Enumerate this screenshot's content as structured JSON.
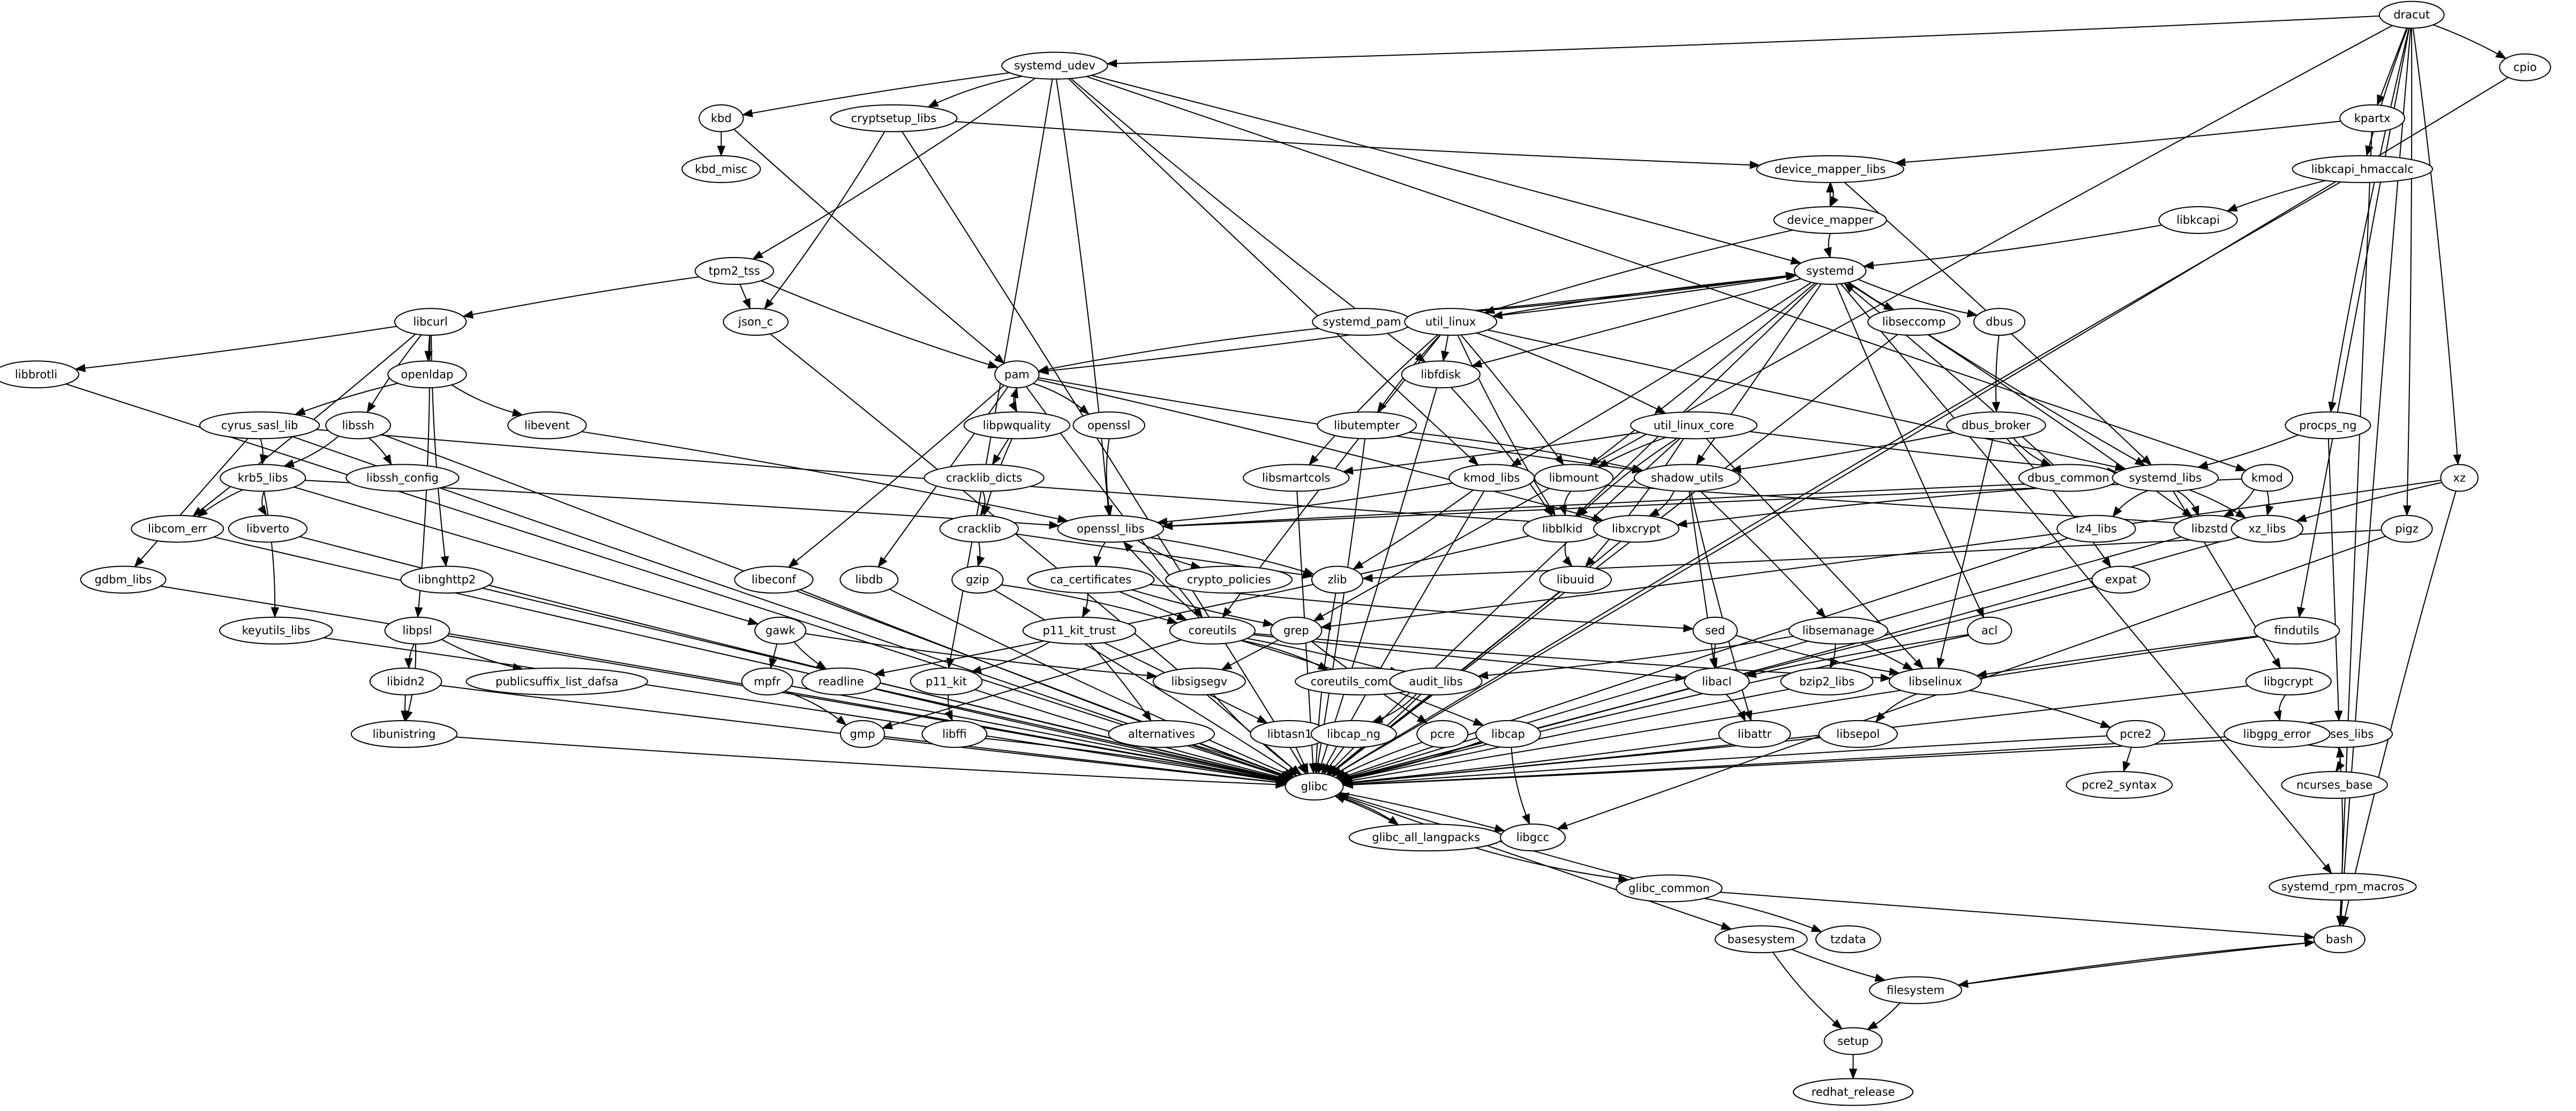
{
  "diagram": {
    "type": "directed-dependency-graph",
    "nodes": [
      "dracut",
      "cpio",
      "kpartx",
      "libkcapi_hmaccalc",
      "libkcapi",
      "procps_ng",
      "xz",
      "pigz",
      "findutils",
      "ncurses_libs",
      "ncurses_base",
      "systemd_rpm_macros",
      "bash",
      "filesystem",
      "setup",
      "redhat_release",
      "basesystem",
      "tzdata",
      "glibc_common",
      "glibc_all_langpacks",
      "libgcc",
      "glibc",
      "systemd_udev",
      "kbd",
      "kbd_misc",
      "cryptsetup_libs",
      "tpm2_tss",
      "json_c",
      "libcurl",
      "libbrotli",
      "openldap",
      "libevent",
      "cyrus_sasl_lib",
      "libssh",
      "libssh_config",
      "krb5_libs",
      "libcom_err",
      "libverto",
      "gdbm_libs",
      "keyutils_libs",
      "libnghttp2",
      "libpsl",
      "libidn2",
      "publicsuffix_list_dafsa",
      "libunistring",
      "device_mapper_libs",
      "device_mapper",
      "systemd",
      "systemd_pam",
      "util_linux",
      "libfdisk",
      "libseccomp",
      "dbus",
      "dbus_broker",
      "dbus_common",
      "pam",
      "libpwquality",
      "openssl",
      "cracklib_dicts",
      "cracklib",
      "openssl_libs",
      "crypto_policies",
      "ca_certificates",
      "p11_kit_trust",
      "p11_kit",
      "libffi",
      "alternatives",
      "libtasn1",
      "libeconf",
      "libdb",
      "gzip",
      "gawk",
      "mpfr",
      "gmp",
      "readline",
      "libsigsegv",
      "coreutils",
      "coreutils_common",
      "grep",
      "zlib",
      "libutempter",
      "libsmartcols",
      "util_linux_core",
      "kmod_libs",
      "libmount",
      "shadow_utils",
      "libblkid",
      "libxcrypt",
      "libuuid",
      "sed",
      "libsemanage",
      "acl",
      "audit_libs",
      "libcap_ng",
      "pcre",
      "libcap",
      "libacl",
      "bzip2_libs",
      "libselinux",
      "libattr",
      "libsepol",
      "expat",
      "libgcrypt",
      "libgpg_error",
      "pcre2",
      "pcre2_syntax",
      "systemd_libs",
      "kmod",
      "lz4_libs",
      "libzstd",
      "xz_libs"
    ],
    "edges": [
      [
        "dracut",
        "systemd_udev"
      ],
      [
        "dracut",
        "cpio"
      ],
      [
        "dracut",
        "kpartx"
      ],
      [
        "dracut",
        "libkcapi_hmaccalc"
      ],
      [
        "dracut",
        "procps_ng"
      ],
      [
        "dracut",
        "xz"
      ],
      [
        "dracut",
        "pigz"
      ],
      [
        "dracut",
        "findutils"
      ],
      [
        "dracut",
        "bash"
      ],
      [
        "dracut",
        "grep"
      ],
      [
        "cpio",
        "glibc"
      ],
      [
        "kpartx",
        "device_mapper_libs"
      ],
      [
        "kpartx",
        "bash"
      ],
      [
        "libkcapi_hmaccalc",
        "libkcapi"
      ],
      [
        "libkcapi_hmaccalc",
        "glibc"
      ],
      [
        "libkcapi",
        "systemd"
      ],
      [
        "procps_ng",
        "systemd_libs"
      ],
      [
        "procps_ng",
        "ncurses_libs"
      ],
      [
        "xz",
        "xz_libs"
      ],
      [
        "xz",
        "bash"
      ],
      [
        "xz",
        "grep"
      ],
      [
        "pigz",
        "zlib"
      ],
      [
        "pigz",
        "libgcc"
      ],
      [
        "findutils",
        "libselinux"
      ],
      [
        "findutils",
        "glibc"
      ],
      [
        "ncurses_libs",
        "ncurses_base"
      ],
      [
        "ncurses_libs",
        "glibc"
      ],
      [
        "systemd_rpm_macros",
        "bash"
      ],
      [
        "bash",
        "filesystem"
      ],
      [
        "bash",
        "ncurses_libs"
      ],
      [
        "filesystem",
        "bash"
      ],
      [
        "filesystem",
        "setup"
      ],
      [
        "setup",
        "redhat_release"
      ],
      [
        "basesystem",
        "filesystem"
      ],
      [
        "basesystem",
        "setup"
      ],
      [
        "glibc_common",
        "tzdata"
      ],
      [
        "glibc_common",
        "glibc"
      ],
      [
        "glibc_common",
        "bash"
      ],
      [
        "glibc_all_langpacks",
        "glibc"
      ],
      [
        "glibc_all_langpacks",
        "glibc_common"
      ],
      [
        "glibc",
        "glibc_all_langpacks"
      ],
      [
        "glibc",
        "libgcc"
      ],
      [
        "glibc",
        "basesystem"
      ],
      [
        "systemd_udev",
        "kbd"
      ],
      [
        "systemd_udev",
        "cryptsetup_libs"
      ],
      [
        "systemd_udev",
        "tpm2_tss"
      ],
      [
        "systemd_udev",
        "systemd"
      ],
      [
        "systemd_udev",
        "kmod"
      ],
      [
        "systemd_udev",
        "kmod_libs"
      ],
      [
        "systemd_udev",
        "libfdisk"
      ],
      [
        "systemd_udev",
        "openssl_libs"
      ],
      [
        "systemd_udev",
        "p11_kit"
      ],
      [
        "kbd",
        "kbd_misc"
      ],
      [
        "kbd",
        "pam"
      ],
      [
        "cryptsetup_libs",
        "device_mapper_libs"
      ],
      [
        "cryptsetup_libs",
        "json_c"
      ],
      [
        "cryptsetup_libs",
        "glibc"
      ],
      [
        "tpm2_tss",
        "json_c"
      ],
      [
        "tpm2_tss",
        "libcurl"
      ],
      [
        "tpm2_tss",
        "pam"
      ],
      [
        "json_c",
        "glibc"
      ],
      [
        "libcurl",
        "libbrotli"
      ],
      [
        "libcurl",
        "openldap"
      ],
      [
        "libcurl",
        "libssh"
      ],
      [
        "libcurl",
        "libnghttp2"
      ],
      [
        "libcurl",
        "libpsl"
      ],
      [
        "libcurl",
        "libcom_err"
      ],
      [
        "libbrotli",
        "glibc"
      ],
      [
        "openldap",
        "cyrus_sasl_lib"
      ],
      [
        "openldap",
        "libevent"
      ],
      [
        "libevent",
        "openssl_libs"
      ],
      [
        "cyrus_sasl_lib",
        "krb5_libs"
      ],
      [
        "cyrus_sasl_lib",
        "gdbm_libs"
      ],
      [
        "cyrus_sasl_lib",
        "glibc"
      ],
      [
        "cyrus_sasl_lib",
        "libxcrypt"
      ],
      [
        "libssh",
        "krb5_libs"
      ],
      [
        "libssh",
        "libssh_config"
      ],
      [
        "libssh",
        "glibc"
      ],
      [
        "krb5_libs",
        "libcom_err"
      ],
      [
        "krb5_libs",
        "libverto"
      ],
      [
        "krb5_libs",
        "keyutils_libs"
      ],
      [
        "krb5_libs",
        "openssl_libs"
      ],
      [
        "krb5_libs",
        "gawk"
      ],
      [
        "libcom_err",
        "glibc"
      ],
      [
        "libverto",
        "glibc"
      ],
      [
        "gdbm_libs",
        "glibc"
      ],
      [
        "keyutils_libs",
        "glibc"
      ],
      [
        "libnghttp2",
        "glibc"
      ],
      [
        "libpsl",
        "libidn2"
      ],
      [
        "libpsl",
        "publicsuffix_list_dafsa"
      ],
      [
        "libpsl",
        "libunistring"
      ],
      [
        "libpsl",
        "glibc"
      ],
      [
        "libidn2",
        "libunistring"
      ],
      [
        "libidn2",
        "glibc"
      ],
      [
        "libunistring",
        "glibc"
      ],
      [
        "device_mapper_libs",
        "device_mapper"
      ],
      [
        "device_mapper_libs",
        "systemd_libs"
      ],
      [
        "device_mapper",
        "device_mapper_libs"
      ],
      [
        "device_mapper",
        "systemd"
      ],
      [
        "device_mapper",
        "util_linux"
      ],
      [
        "systemd",
        "systemd_pam"
      ],
      [
        "systemd",
        "util_linux"
      ],
      [
        "systemd",
        "libfdisk"
      ],
      [
        "systemd",
        "libseccomp"
      ],
      [
        "systemd",
        "dbus"
      ],
      [
        "systemd",
        "kmod_libs"
      ],
      [
        "systemd",
        "libmount"
      ],
      [
        "systemd",
        "shadow_utils"
      ],
      [
        "systemd",
        "acl"
      ],
      [
        "systemd",
        "systemd_libs"
      ],
      [
        "systemd",
        "libzstd"
      ],
      [
        "systemd",
        "systemd_rpm_macros"
      ],
      [
        "systemd",
        "libblkid"
      ],
      [
        "systemd_pam",
        "systemd"
      ],
      [
        "systemd_pam",
        "pam"
      ],
      [
        "util_linux",
        "systemd"
      ],
      [
        "util_linux",
        "pam"
      ],
      [
        "util_linux",
        "libfdisk"
      ],
      [
        "util_linux",
        "libutempter"
      ],
      [
        "util_linux",
        "libsmartcols"
      ],
      [
        "util_linux",
        "util_linux_core"
      ],
      [
        "util_linux",
        "libmount"
      ],
      [
        "util_linux",
        "systemd_libs"
      ],
      [
        "util_linux",
        "coreutils"
      ],
      [
        "util_linux",
        "libblkid"
      ],
      [
        "libfdisk",
        "libblkid"
      ],
      [
        "libfdisk",
        "glibc"
      ],
      [
        "libseccomp",
        "glibc"
      ],
      [
        "dbus",
        "dbus_broker"
      ],
      [
        "dbus_broker",
        "dbus_common"
      ],
      [
        "dbus_broker",
        "expat"
      ],
      [
        "dbus_broker",
        "shadow_utils"
      ],
      [
        "dbus_broker",
        "libselinux"
      ],
      [
        "dbus_common",
        "systemd"
      ],
      [
        "pam",
        "libpwquality"
      ],
      [
        "pam",
        "openssl"
      ],
      [
        "pam",
        "libeconf"
      ],
      [
        "pam",
        "libdb"
      ],
      [
        "pam",
        "coreutils"
      ],
      [
        "pam",
        "shadow_utils"
      ],
      [
        "pam",
        "libxcrypt"
      ],
      [
        "libpwquality",
        "pam"
      ],
      [
        "libpwquality",
        "cracklib_dicts"
      ],
      [
        "libpwquality",
        "cracklib"
      ],
      [
        "openssl",
        "openssl_libs"
      ],
      [
        "cracklib_dicts",
        "cracklib"
      ],
      [
        "cracklib",
        "gzip"
      ],
      [
        "cracklib",
        "zlib"
      ],
      [
        "openssl_libs",
        "ca_certificates"
      ],
      [
        "openssl_libs",
        "crypto_policies"
      ],
      [
        "openssl_libs",
        "zlib"
      ],
      [
        "ca_certificates",
        "p11_kit_trust"
      ],
      [
        "ca_certificates",
        "coreutils"
      ],
      [
        "ca_certificates",
        "grep"
      ],
      [
        "ca_certificates",
        "sed"
      ],
      [
        "p11_kit_trust",
        "p11_kit"
      ],
      [
        "p11_kit_trust",
        "alternatives"
      ],
      [
        "p11_kit_trust",
        "libtasn1"
      ],
      [
        "p11_kit",
        "libffi"
      ],
      [
        "p11_kit",
        "glibc"
      ],
      [
        "libffi",
        "glibc"
      ],
      [
        "alternatives",
        "glibc"
      ],
      [
        "libtasn1",
        "glibc"
      ],
      [
        "libeconf",
        "glibc"
      ],
      [
        "libdb",
        "glibc"
      ],
      [
        "gzip",
        "coreutils"
      ],
      [
        "gzip",
        "glibc"
      ],
      [
        "gawk",
        "mpfr"
      ],
      [
        "gawk",
        "readline"
      ],
      [
        "gawk",
        "libsigsegv"
      ],
      [
        "mpfr",
        "gmp"
      ],
      [
        "mpfr",
        "glibc"
      ],
      [
        "gmp",
        "glibc"
      ],
      [
        "readline",
        "glibc"
      ],
      [
        "libsigsegv",
        "glibc"
      ],
      [
        "coreutils",
        "coreutils_common"
      ],
      [
        "coreutils",
        "openssl_libs"
      ],
      [
        "coreutils",
        "gmp"
      ],
      [
        "coreutils",
        "libacl"
      ],
      [
        "coreutils",
        "libselinux"
      ],
      [
        "coreutils",
        "libcap"
      ],
      [
        "coreutils",
        "audit_libs"
      ],
      [
        "grep",
        "libsigsegv"
      ],
      [
        "grep",
        "pcre"
      ],
      [
        "zlib",
        "glibc"
      ],
      [
        "libutempter",
        "shadow_utils"
      ],
      [
        "libutempter",
        "glibc"
      ],
      [
        "libsmartcols",
        "glibc"
      ],
      [
        "util_linux_core",
        "libmount"
      ],
      [
        "util_linux_core",
        "libblkid"
      ],
      [
        "util_linux_core",
        "libuuid"
      ],
      [
        "util_linux_core",
        "libsmartcols"
      ],
      [
        "util_linux_core",
        "libselinux"
      ],
      [
        "util_linux_core",
        "systemd_libs"
      ],
      [
        "util_linux_core",
        "glibc"
      ],
      [
        "kmod_libs",
        "openssl_libs"
      ],
      [
        "kmod_libs",
        "zlib"
      ],
      [
        "kmod_libs",
        "xz_libs"
      ],
      [
        "kmod_libs",
        "glibc"
      ],
      [
        "libmount",
        "libblkid"
      ],
      [
        "shadow_utils",
        "libxcrypt"
      ],
      [
        "shadow_utils",
        "libsemanage"
      ],
      [
        "shadow_utils",
        "libacl"
      ],
      [
        "shadow_utils",
        "libattr"
      ],
      [
        "libblkid",
        "libuuid"
      ],
      [
        "libblkid",
        "readline"
      ],
      [
        "libxcrypt",
        "glibc"
      ],
      [
        "libuuid",
        "glibc"
      ],
      [
        "sed",
        "libacl"
      ],
      [
        "sed",
        "libselinux"
      ],
      [
        "libsemanage",
        "audit_libs"
      ],
      [
        "libsemanage",
        "bzip2_libs"
      ],
      [
        "libsemanage",
        "libselinux"
      ],
      [
        "acl",
        "libacl"
      ],
      [
        "acl",
        "glibc"
      ],
      [
        "audit_libs",
        "libcap_ng"
      ],
      [
        "audit_libs",
        "glibc"
      ],
      [
        "libcap_ng",
        "glibc"
      ],
      [
        "pcre",
        "glibc"
      ],
      [
        "libcap",
        "libgcc"
      ],
      [
        "libcap",
        "glibc"
      ],
      [
        "libacl",
        "libattr"
      ],
      [
        "libacl",
        "glibc"
      ],
      [
        "bzip2_libs",
        "glibc"
      ],
      [
        "libselinux",
        "libsepol"
      ],
      [
        "libselinux",
        "pcre2"
      ],
      [
        "libattr",
        "glibc"
      ],
      [
        "libsepol",
        "glibc"
      ],
      [
        "expat",
        "glibc"
      ],
      [
        "libgcrypt",
        "libgpg_error"
      ],
      [
        "libgcrypt",
        "glibc"
      ],
      [
        "libgpg_error",
        "glibc"
      ],
      [
        "pcre2",
        "pcre2_syntax"
      ],
      [
        "pcre2",
        "glibc"
      ],
      [
        "systemd_libs",
        "lz4_libs"
      ],
      [
        "systemd_libs",
        "libzstd"
      ],
      [
        "systemd_libs",
        "xz_libs"
      ],
      [
        "systemd_libs",
        "libgcrypt"
      ],
      [
        "systemd_libs",
        "openssl_libs"
      ],
      [
        "systemd_libs",
        "libxcrypt"
      ],
      [
        "kmod",
        "libzstd"
      ],
      [
        "kmod",
        "xz_libs"
      ],
      [
        "kmod",
        "openssl_libs"
      ],
      [
        "lz4_libs",
        "glibc"
      ],
      [
        "libzstd",
        "glibc"
      ],
      [
        "xz_libs",
        "glibc"
      ]
    ]
  }
}
